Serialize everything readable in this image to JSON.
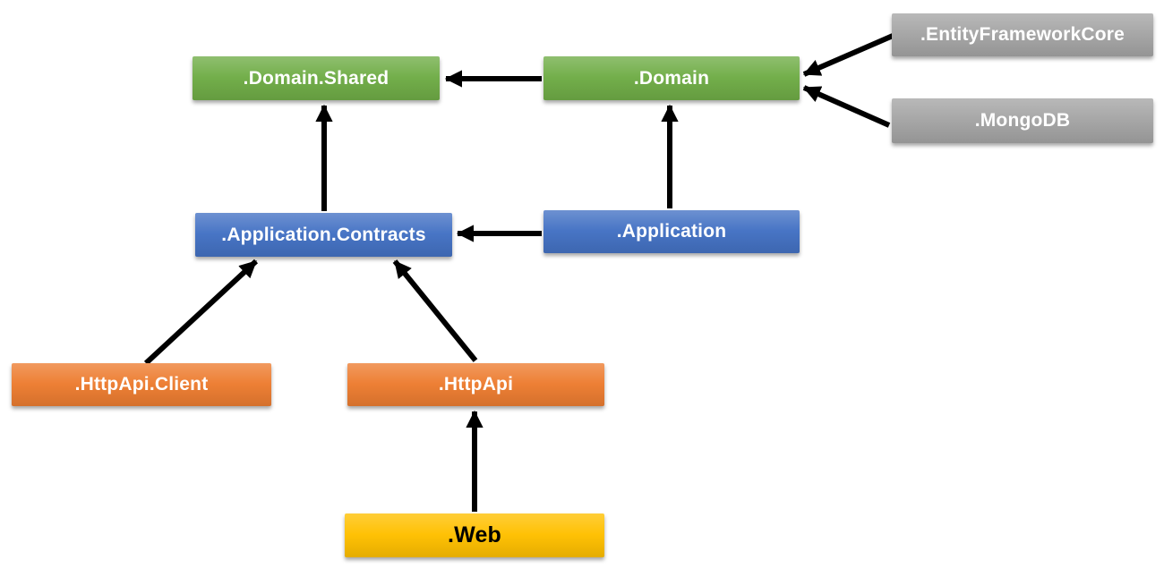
{
  "diagram": {
    "title": "module-dependency-diagram",
    "nodes": {
      "domain_shared": {
        "label": ".Domain.Shared",
        "color": "#70AD47"
      },
      "domain": {
        "label": ".Domain",
        "color": "#70AD47"
      },
      "efcore": {
        "label": ".EntityFrameworkCore",
        "color": "#A5A5A5"
      },
      "mongodb": {
        "label": ".MongoDB",
        "color": "#A5A5A5"
      },
      "app_contracts": {
        "label": ".Application.Contracts",
        "color": "#4472C4"
      },
      "application": {
        "label": ".Application",
        "color": "#4472C4"
      },
      "httpapi_client": {
        "label": ".HttpApi.Client",
        "color": "#ED7D31"
      },
      "httpapi": {
        "label": ".HttpApi",
        "color": "#ED7D31"
      },
      "web": {
        "label": ".Web",
        "color": "#FFC000"
      }
    },
    "edges": [
      {
        "from": "domain",
        "to": "domain_shared"
      },
      {
        "from": "app_contracts",
        "to": "domain_shared"
      },
      {
        "from": "application",
        "to": "domain"
      },
      {
        "from": "application",
        "to": "app_contracts"
      },
      {
        "from": "efcore",
        "to": "domain"
      },
      {
        "from": "mongodb",
        "to": "domain"
      },
      {
        "from": "httpapi_client",
        "to": "app_contracts"
      },
      {
        "from": "httpapi",
        "to": "app_contracts"
      },
      {
        "from": "web",
        "to": "httpapi"
      }
    ]
  },
  "colors": {
    "green": "#70AD47",
    "blue": "#4472C4",
    "orange": "#ED7D31",
    "gray": "#A5A5A5",
    "gold": "#FFC000",
    "arrow": "#000000"
  }
}
